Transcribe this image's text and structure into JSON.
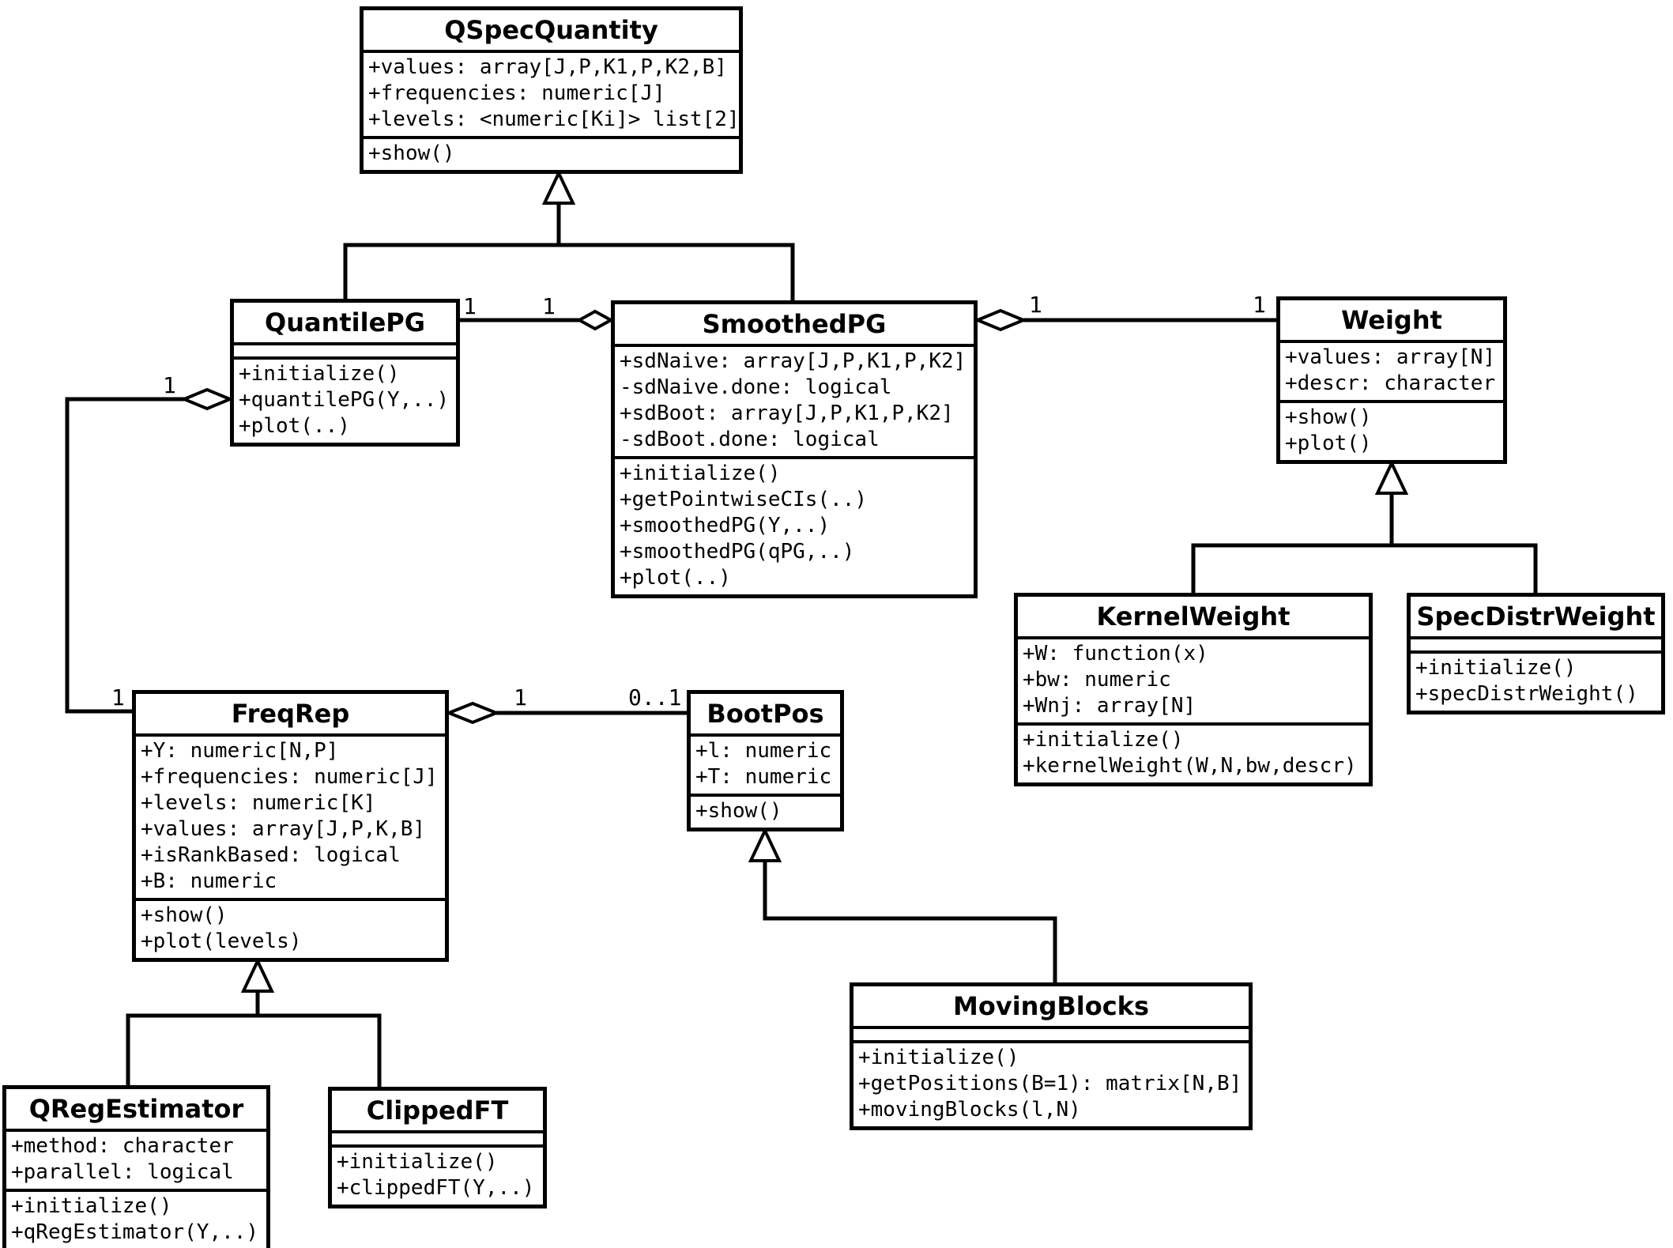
{
  "diagram": {
    "title": "quantspec S4 class diagram",
    "background_color": "#ffffff",
    "line_color": "#000000"
  },
  "classes": {
    "qspecquantity": {
      "name": "QSpecQuantity",
      "attributes": [
        "+values: array[J,P,K1,P,K2,B]",
        "+frequencies: numeric[J]",
        "+levels: <numeric[Ki]> list[2]"
      ],
      "methods": [
        "+show()"
      ]
    },
    "quantilepg": {
      "name": "QuantilePG",
      "attributes": [],
      "methods": [
        "+initialize()",
        "+quantilePG(Y,..)",
        "+plot(..)"
      ]
    },
    "smoothedpg": {
      "name": "SmoothedPG",
      "attributes": [
        "+sdNaive: array[J,P,K1,P,K2]",
        "-sdNaive.done: logical",
        "+sdBoot: array[J,P,K1,P,K2]",
        "-sdBoot.done: logical"
      ],
      "methods": [
        "+initialize()",
        "+getPointwiseCIs(..)",
        "+smoothedPG(Y,..)",
        "+smoothedPG(qPG,..)",
        "+plot(..)"
      ]
    },
    "weight": {
      "name": "Weight",
      "attributes": [
        "+values: array[N]",
        "+descr: character"
      ],
      "methods": [
        "+show()",
        "+plot()"
      ]
    },
    "kernelweight": {
      "name": "KernelWeight",
      "attributes": [
        "+W: function(x)",
        "+bw: numeric",
        "+Wnj: array[N]"
      ],
      "methods": [
        "+initialize()",
        "+kernelWeight(W,N,bw,descr)"
      ]
    },
    "specdistrweight": {
      "name": "SpecDistrWeight",
      "attributes": [],
      "methods": [
        "+initialize()",
        "+specDistrWeight()"
      ]
    },
    "freqrep": {
      "name": "FreqRep",
      "attributes": [
        "+Y: numeric[N,P]",
        "+frequencies: numeric[J]",
        "+levels: numeric[K]",
        "+values: array[J,P,K,B]",
        "+isRankBased: logical",
        "+B: numeric"
      ],
      "methods": [
        "+show()",
        "+plot(levels)"
      ]
    },
    "bootpos": {
      "name": "BootPos",
      "attributes": [
        "+l: numeric",
        "+T: numeric"
      ],
      "methods": [
        "+show()"
      ]
    },
    "qregestimator": {
      "name": "QRegEstimator",
      "attributes": [
        "+method: character",
        "+parallel: logical"
      ],
      "methods": [
        "+initialize()",
        "+qRegEstimator(Y,..)"
      ]
    },
    "clippedft": {
      "name": "ClippedFT",
      "attributes": [],
      "methods": [
        "+initialize()",
        "+clippedFT(Y,..)"
      ]
    },
    "movingblocks": {
      "name": "MovingBlocks",
      "attributes": [],
      "methods": [
        "+initialize()",
        "+getPositions(B=1): matrix[N,B]",
        "+movingBlocks(l,N)"
      ]
    }
  },
  "relationships": {
    "quantilepg_extends_qspecquantity": {
      "type": "generalization",
      "from": "QuantilePG",
      "to": "QSpecQuantity"
    },
    "smoothedpg_extends_qspecquantity": {
      "type": "generalization",
      "from": "SmoothedPG",
      "to": "QSpecQuantity"
    },
    "kernelweight_extends_weight": {
      "type": "generalization",
      "from": "KernelWeight",
      "to": "Weight"
    },
    "specdistrweight_extends_weight": {
      "type": "generalization",
      "from": "SpecDistrWeight",
      "to": "Weight"
    },
    "qregestimator_extends_freqrep": {
      "type": "generalization",
      "from": "QRegEstimator",
      "to": "FreqRep"
    },
    "clippedft_extends_freqrep": {
      "type": "generalization",
      "from": "ClippedFT",
      "to": "FreqRep"
    },
    "movingblocks_extends_bootpos": {
      "type": "generalization",
      "from": "MovingBlocks",
      "to": "BootPos"
    },
    "smoothedpg_aggregates_quantilepg": {
      "type": "aggregation",
      "labels": {
        "near_quantilepg": "1",
        "near_smoothedpg": "1"
      }
    },
    "smoothedpg_aggregates_weight": {
      "type": "aggregation",
      "labels": {
        "near_smoothedpg": "1",
        "near_weight": "1"
      }
    },
    "quantilepg_aggregates_freqrep": {
      "type": "aggregation",
      "labels": {
        "near_quantilepg": "1",
        "near_freqrep": "1"
      }
    },
    "freqrep_aggregates_bootpos": {
      "type": "aggregation",
      "labels": {
        "near_freqrep": "1",
        "near_bootpos": "0..1"
      }
    }
  }
}
